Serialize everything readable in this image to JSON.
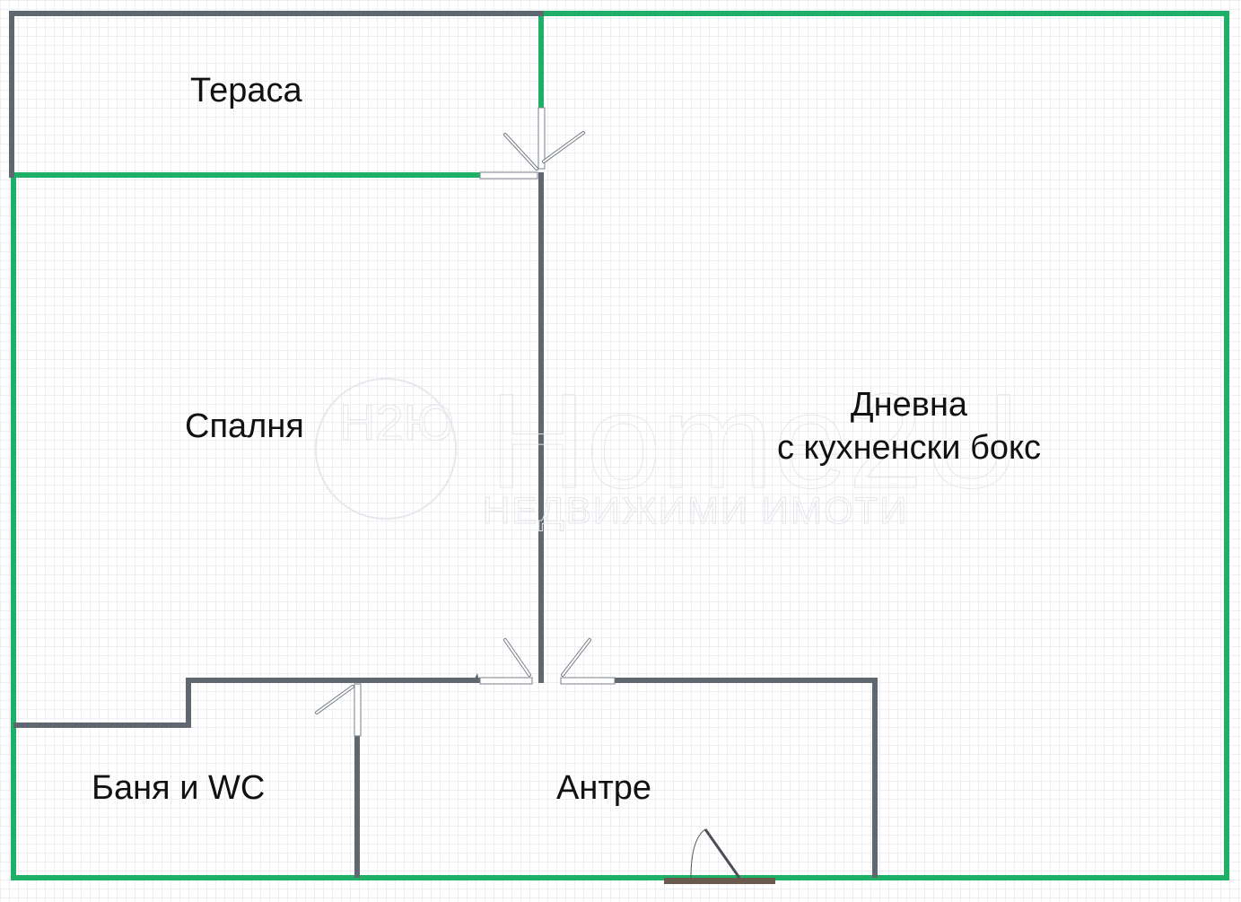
{
  "plan": {
    "colors": {
      "exterior_wall": "#1fb068",
      "interior_wall": "#5f6770",
      "door_leaf": "#6a5a4e",
      "background": "#ffffff",
      "grid": "#eceef2"
    },
    "rooms": [
      {
        "id": "terrace",
        "label": "Тераса"
      },
      {
        "id": "bedroom",
        "label": "Спалня"
      },
      {
        "id": "living",
        "label_line1": "Дневна",
        "label_line2": "с кухненски бокс"
      },
      {
        "id": "bathroom",
        "label": "Баня и WC"
      },
      {
        "id": "hall",
        "label": "Антре"
      }
    ],
    "watermark": {
      "logo": "Н2Ю",
      "brand": "Home2U",
      "tagline": "НЕДВИЖИМИ ИМОТИ"
    }
  }
}
